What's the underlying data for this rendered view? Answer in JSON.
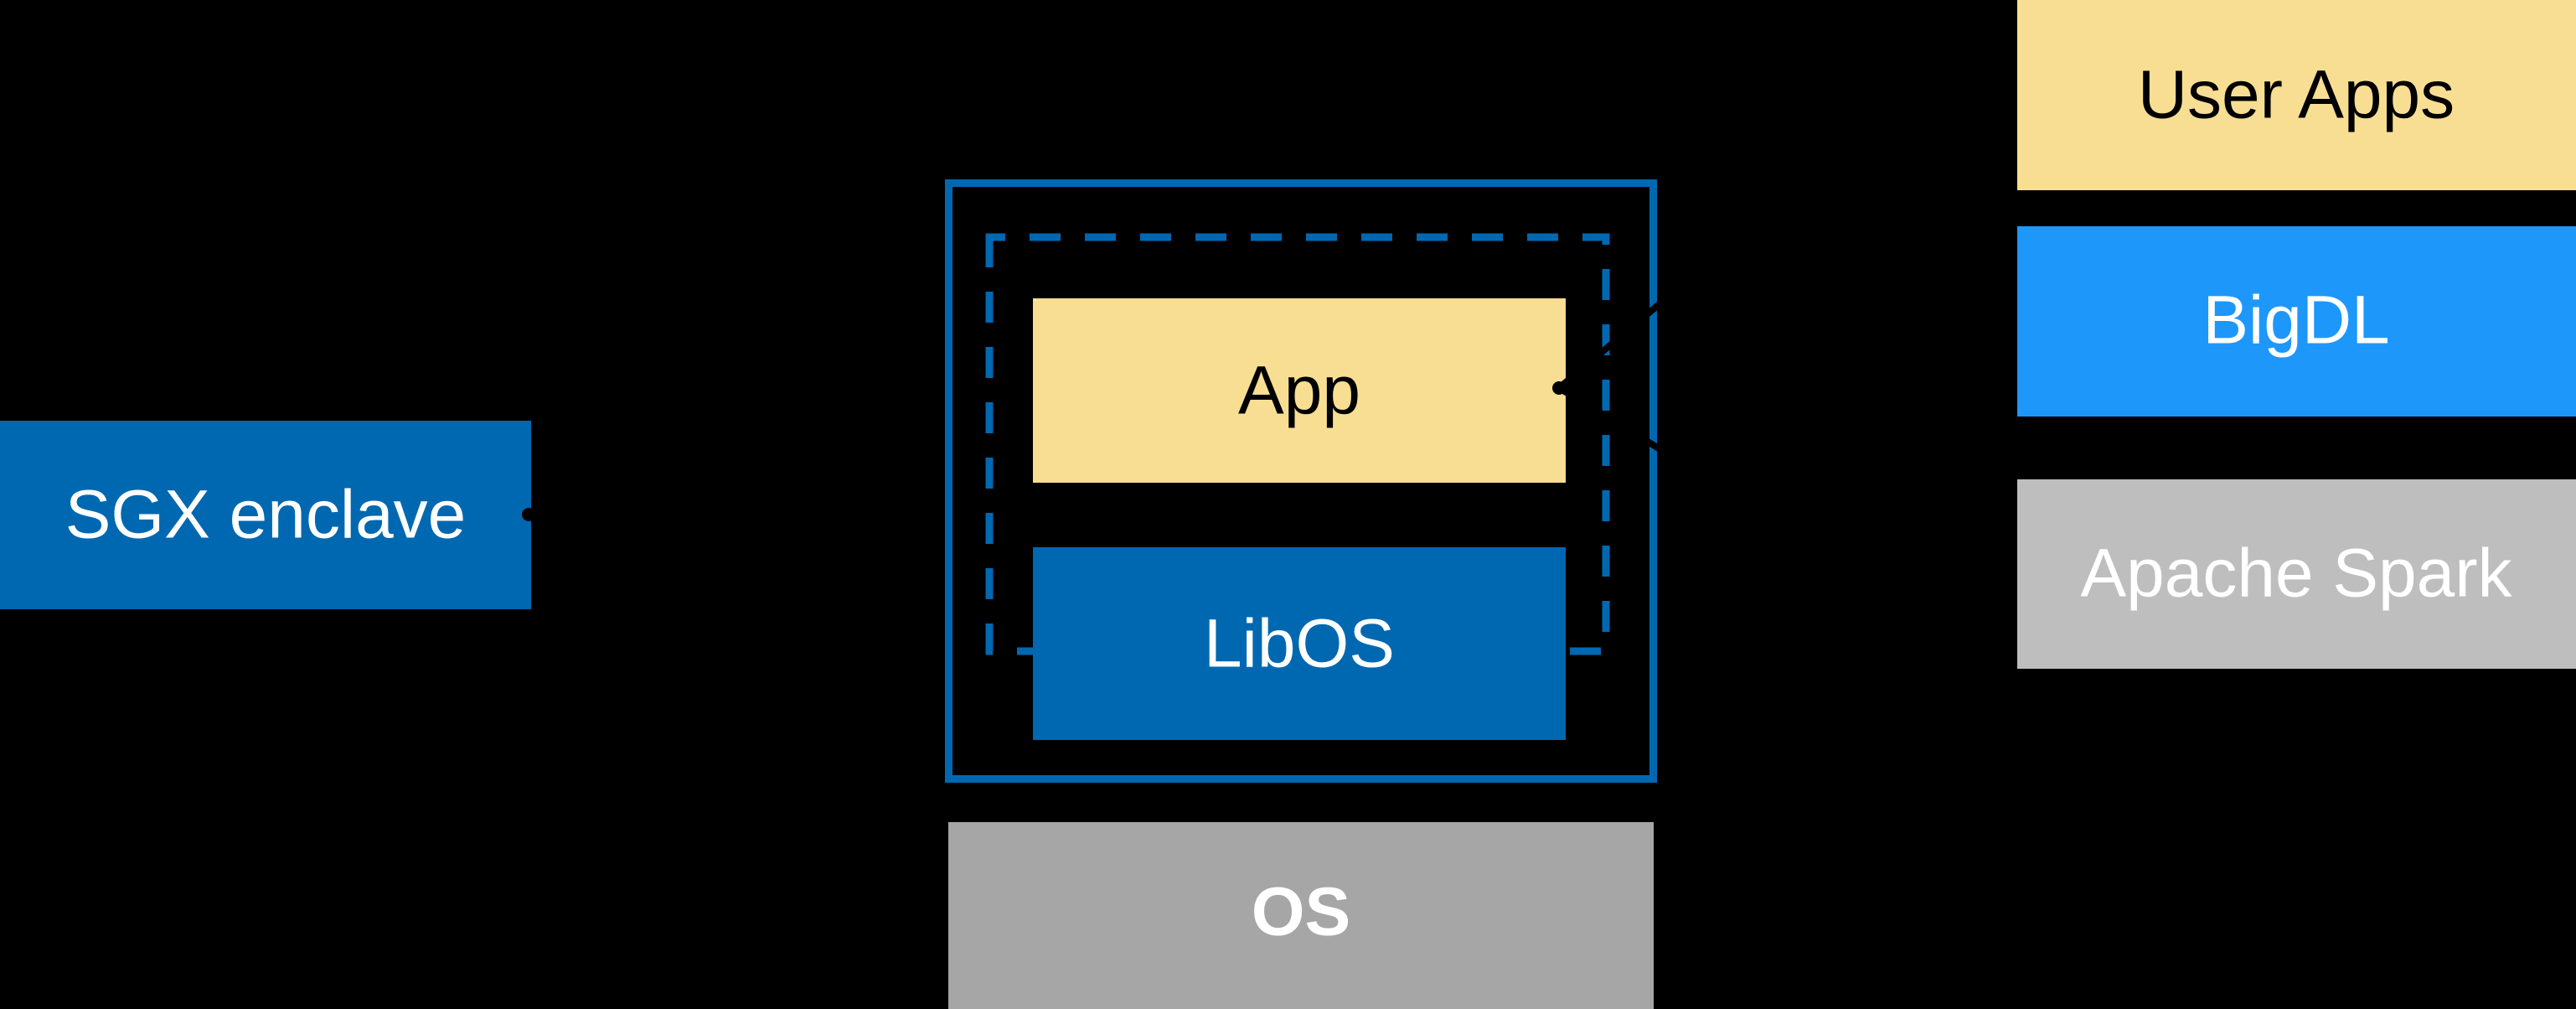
{
  "colors": {
    "background": "#000000",
    "intel_blue": "#0068B1",
    "bigdl_blue": "#1E97FB",
    "yellow": "#F8DE92",
    "gray_os": "#A6A6A6",
    "gray_spark": "#BEBEBE",
    "text_light": "#FFFFFF",
    "text_dark": "#000000",
    "connector": "#000000"
  },
  "sgx": {
    "label": "SGX enclave"
  },
  "enclave": {
    "app_label": "App",
    "libos_label": "LibOS"
  },
  "os": {
    "label": "OS"
  },
  "stack": {
    "items": [
      {
        "label": "User Apps"
      },
      {
        "label": "BigDL"
      },
      {
        "label": "Apache Spark"
      }
    ]
  }
}
